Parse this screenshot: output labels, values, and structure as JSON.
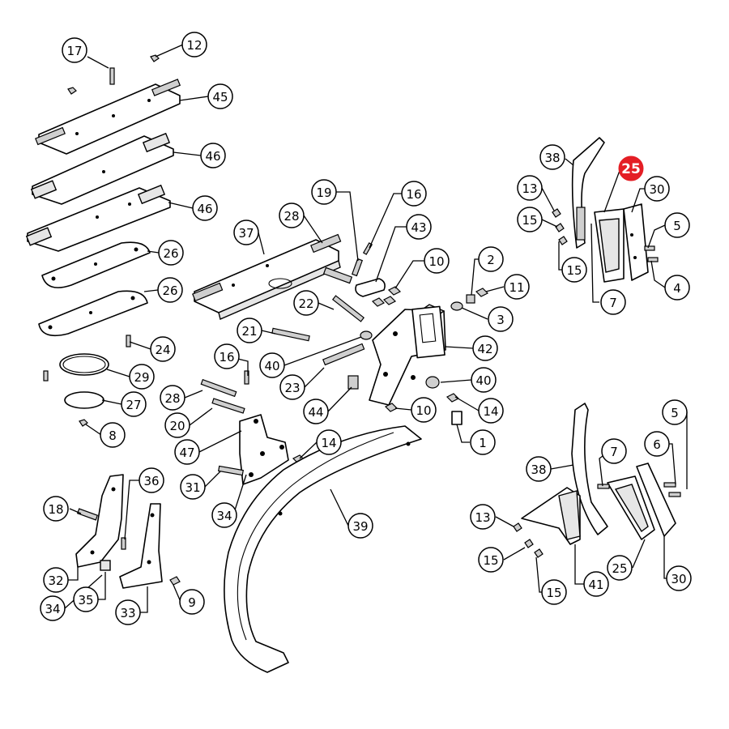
{
  "diagram": {
    "highlight": "25",
    "highlight_color": "#e41e25",
    "callouts": [
      {
        "id": "c17",
        "label": "17"
      },
      {
        "id": "c12",
        "label": "12"
      },
      {
        "id": "c45",
        "label": "45"
      },
      {
        "id": "c46a",
        "label": "46"
      },
      {
        "id": "c46b",
        "label": "46"
      },
      {
        "id": "c26a",
        "label": "26"
      },
      {
        "id": "c26b",
        "label": "26"
      },
      {
        "id": "c24",
        "label": "24"
      },
      {
        "id": "c29",
        "label": "29"
      },
      {
        "id": "c27",
        "label": "27"
      },
      {
        "id": "c8",
        "label": "8"
      },
      {
        "id": "c37",
        "label": "37"
      },
      {
        "id": "c28a",
        "label": "28"
      },
      {
        "id": "c19",
        "label": "19"
      },
      {
        "id": "c16a",
        "label": "16"
      },
      {
        "id": "c43",
        "label": "43"
      },
      {
        "id": "c10a",
        "label": "10"
      },
      {
        "id": "c2",
        "label": "2"
      },
      {
        "id": "c11",
        "label": "11"
      },
      {
        "id": "c3",
        "label": "3"
      },
      {
        "id": "c22",
        "label": "22"
      },
      {
        "id": "c21",
        "label": "21"
      },
      {
        "id": "c42",
        "label": "42"
      },
      {
        "id": "c16b",
        "label": "16"
      },
      {
        "id": "c40a",
        "label": "40"
      },
      {
        "id": "c23",
        "label": "23"
      },
      {
        "id": "c40b",
        "label": "40"
      },
      {
        "id": "c14a",
        "label": "14"
      },
      {
        "id": "c44",
        "label": "44"
      },
      {
        "id": "c10b",
        "label": "10"
      },
      {
        "id": "c28b",
        "label": "28"
      },
      {
        "id": "c20",
        "label": "20"
      },
      {
        "id": "c1",
        "label": "1"
      },
      {
        "id": "c47",
        "label": "47"
      },
      {
        "id": "c14b",
        "label": "14"
      },
      {
        "id": "c31",
        "label": "31"
      },
      {
        "id": "c34a",
        "label": "34"
      },
      {
        "id": "c39",
        "label": "39"
      },
      {
        "id": "c36",
        "label": "36"
      },
      {
        "id": "c18",
        "label": "18"
      },
      {
        "id": "c32",
        "label": "32"
      },
      {
        "id": "c34b",
        "label": "34"
      },
      {
        "id": "c35",
        "label": "35"
      },
      {
        "id": "c33",
        "label": "33"
      },
      {
        "id": "c9",
        "label": "9"
      },
      {
        "id": "c38a",
        "label": "38"
      },
      {
        "id": "c25a",
        "label": "25"
      },
      {
        "id": "c30a",
        "label": "30"
      },
      {
        "id": "c13a",
        "label": "13"
      },
      {
        "id": "c15a",
        "label": "15"
      },
      {
        "id": "c15b",
        "label": "15"
      },
      {
        "id": "c5a",
        "label": "5"
      },
      {
        "id": "c4",
        "label": "4"
      },
      {
        "id": "c7a",
        "label": "7"
      },
      {
        "id": "c5b",
        "label": "5"
      },
      {
        "id": "c6",
        "label": "6"
      },
      {
        "id": "c7b",
        "label": "7"
      },
      {
        "id": "c38b",
        "label": "38"
      },
      {
        "id": "c13b",
        "label": "13"
      },
      {
        "id": "c15c",
        "label": "15"
      },
      {
        "id": "c15d",
        "label": "15"
      },
      {
        "id": "c41",
        "label": "41"
      },
      {
        "id": "c25b",
        "label": "25"
      },
      {
        "id": "c30b",
        "label": "30"
      }
    ]
  }
}
